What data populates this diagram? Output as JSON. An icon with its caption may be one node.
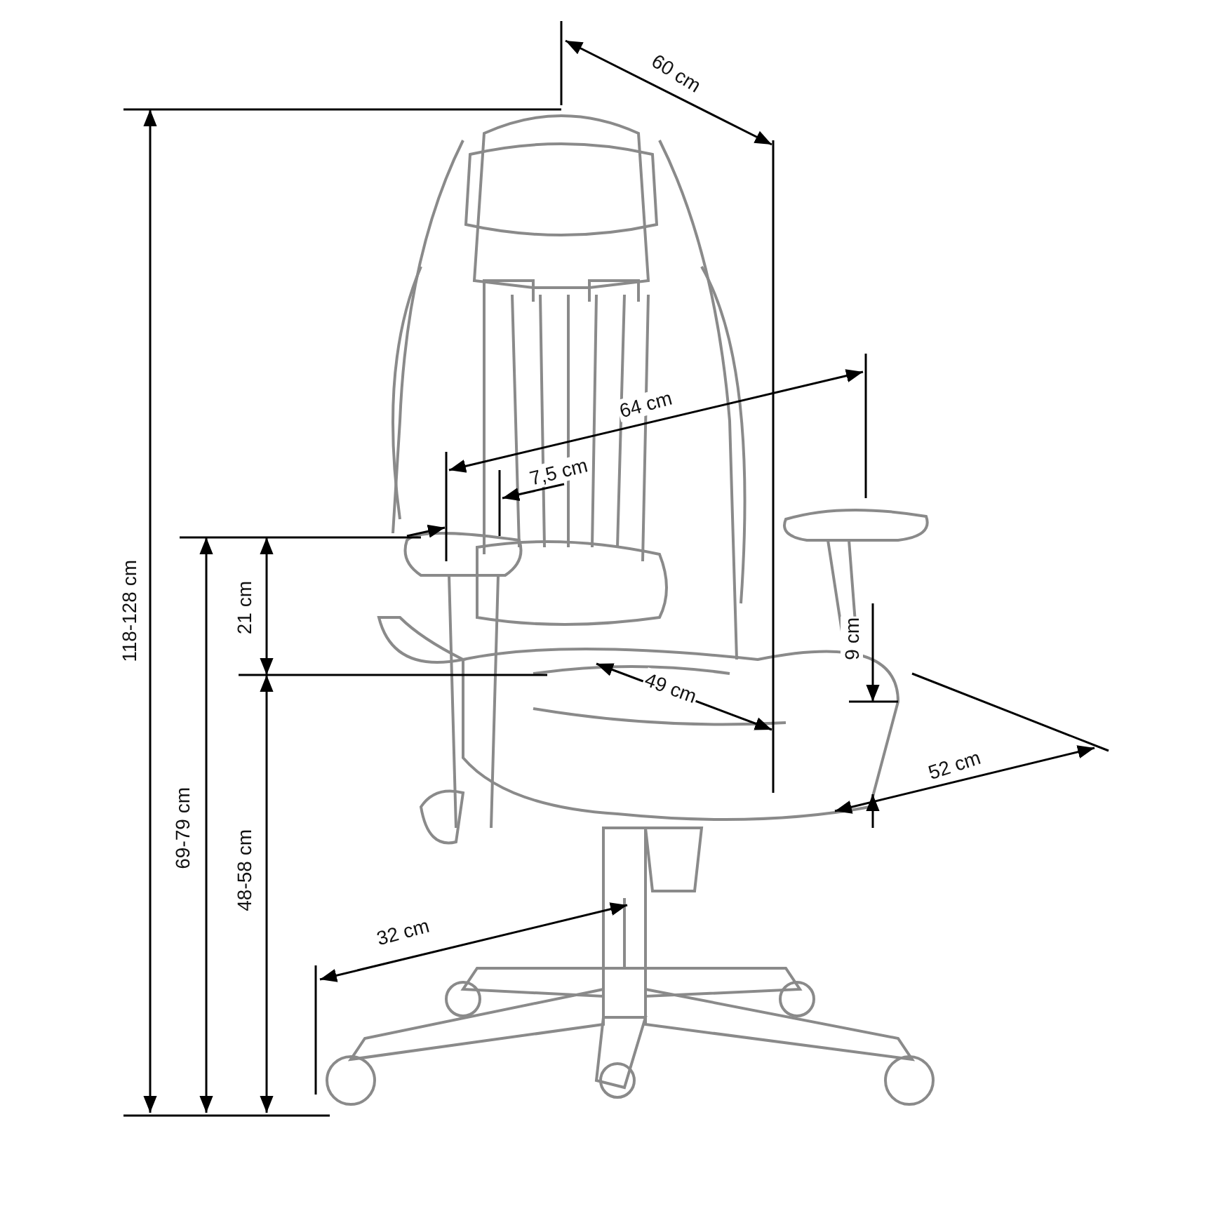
{
  "diagram": {
    "labels": [
      "60 cm",
      "64 cm",
      "7,5 cm",
      "118-128 cm",
      "21 cm",
      "9 cm",
      "49 cm",
      "52 cm",
      "69-79 cm",
      "48-58 cm",
      "32 cm"
    ]
  }
}
